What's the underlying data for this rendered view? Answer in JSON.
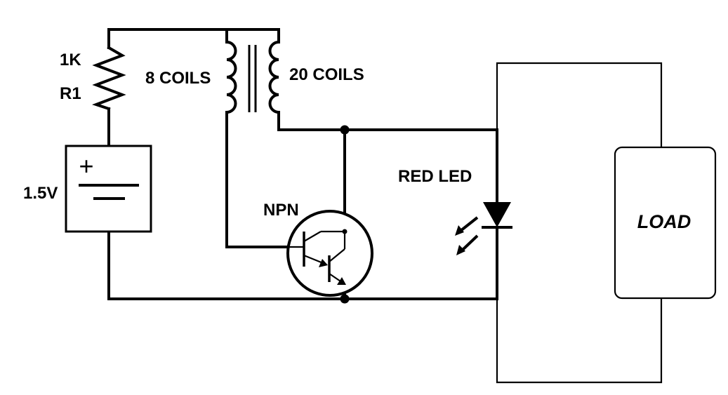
{
  "labels": {
    "resistor_value": "1K",
    "resistor_name": "R1",
    "battery_voltage": "1.5V",
    "primary_coil": "8 COILS",
    "secondary_coil": "20 COILS",
    "transistor": "NPN",
    "led": "RED LED",
    "load": "LOAD"
  },
  "battery": {
    "positive_symbol": "+"
  }
}
